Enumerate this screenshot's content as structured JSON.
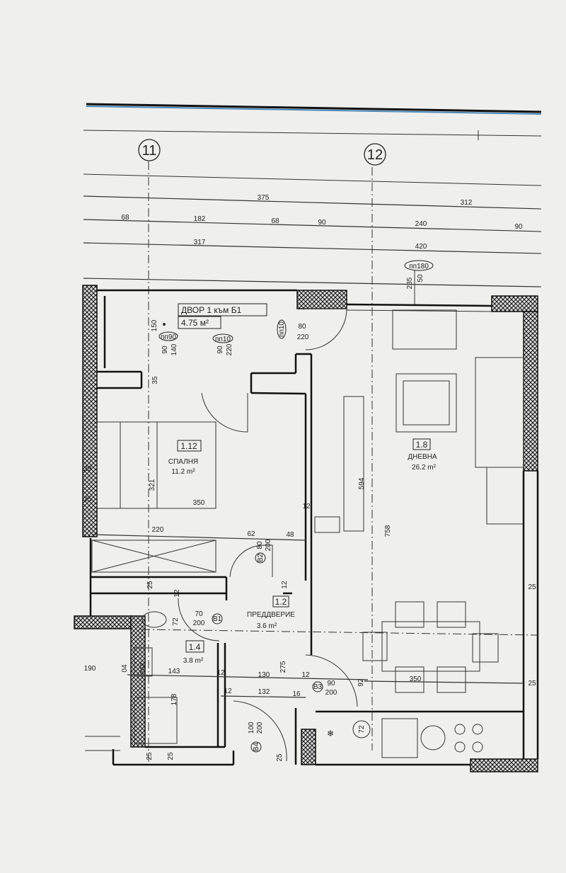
{
  "colors": {
    "paper": "#efefed",
    "ink": "#222222",
    "header_rule": "#1f5f8b"
  },
  "axes": {
    "a11": "11",
    "a12": "12"
  },
  "dims_top": {
    "row1": [
      "375",
      "312"
    ],
    "row2": [
      "68",
      "182",
      "68",
      "90",
      "240",
      "90"
    ],
    "row3": [
      "317",
      "420"
    ]
  },
  "yard": {
    "title": "ДВОР 1 към Б1",
    "area": "4.75 м²",
    "h150": "150",
    "tag_pp90": "пп90",
    "pp90_w": "90",
    "pp90_h": "140",
    "tag_pp10": "пп10",
    "pp10_w": "90",
    "pp10_h": "220",
    "tag_pp10_door": "пп10",
    "door_w": "80",
    "door_h": "220",
    "d35": "35"
  },
  "window_living": {
    "tag": "пп180",
    "h": "235",
    "sill": "50"
  },
  "rooms": {
    "bedroom": {
      "number": "1.12",
      "name": "СПАЛНЯ",
      "area": "11.2 m²",
      "d321": "321",
      "d350": "350",
      "d29": "29",
      "d25": "25",
      "d12": "12"
    },
    "hall": {
      "number": "1.2",
      "name": "ПРЕДДВЕРИЕ",
      "area": "3.6 m²"
    },
    "bath": {
      "number": "1.4",
      "area": "3.8 m²"
    },
    "living": {
      "number": "1.8",
      "name": "ДНЕВНА",
      "area": "26.2 m²",
      "d594": "594",
      "d758": "758",
      "d25a": "25",
      "d350": "350",
      "d25b": "25"
    }
  },
  "doors": {
    "b1": {
      "tag": "B1",
      "w": "70",
      "h": "200"
    },
    "b2": {
      "tag": "B2",
      "w": "80",
      "h": "200"
    },
    "b3": {
      "tag": "B3",
      "w": "90",
      "h": "200"
    },
    "b4": {
      "tag": "B4",
      "w": "100",
      "h": "200"
    }
  },
  "dims_inner": {
    "d220": "220",
    "d62": "62",
    "d48": "48",
    "d25v": "25",
    "d12a": "12",
    "d12b": "12",
    "d72": "72",
    "d190": "190",
    "d04": "04",
    "d262": "262",
    "d143": "143",
    "d12c": "12",
    "d130": "130",
    "d275": "275",
    "d12d": "12",
    "d92": "92",
    "d178": "178",
    "d12e": "12",
    "d132": "132",
    "d16": "16",
    "d25c": "25",
    "d25d": "25",
    "d25e": "25",
    "d72b": "72"
  }
}
